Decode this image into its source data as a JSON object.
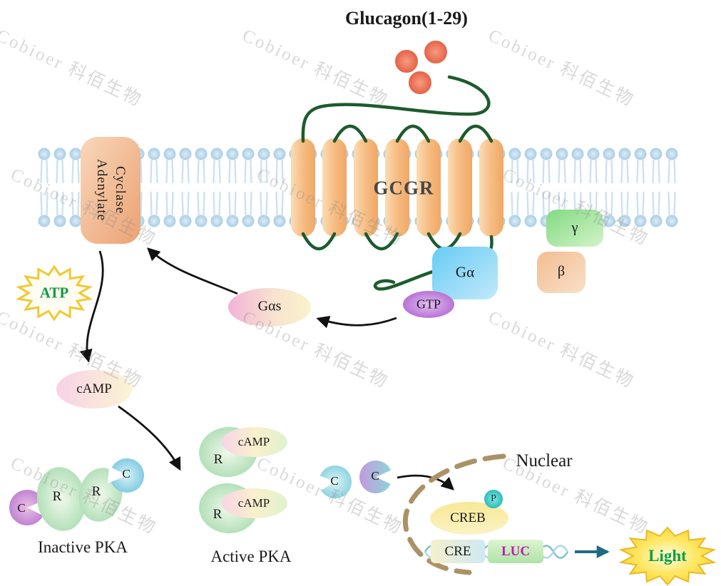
{
  "title": "Glucagon(1-29)",
  "watermark": {
    "text": "Cobioer 科佰生物"
  },
  "receptor": {
    "label": "GCGR"
  },
  "adenylate_cyclase": {
    "line1": "Adenylate",
    "line2": "Cyclase"
  },
  "g_protein": {
    "g_alpha": "Gα",
    "gtp": "GTP",
    "gamma": "γ",
    "beta": "β",
    "g_alpha_s": "Gαs"
  },
  "metabolites": {
    "atp": "ATP",
    "camp": "cAMP"
  },
  "pka": {
    "inactive_label": "Inactive PKA",
    "active_label": "Active PKA",
    "r": "R",
    "c": "C",
    "camp": "cAMP"
  },
  "nucleus": {
    "label": "Nuclear",
    "creb": "CREB",
    "phospho": "P",
    "cre": "CRE",
    "luc": "LUC"
  },
  "output": {
    "light": "Light"
  },
  "colors": {
    "loop_green": "#1d5b2c",
    "atp_text": "#0f9c3f",
    "light_text": "#0aa040",
    "luc_text": "#c21bb5",
    "arrow_black": "#121212",
    "dna_arrow_teal": "#1f6b82",
    "nuclear_dash": "#ab9266",
    "helix_orange": "#f5b877",
    "membrane_blue": "#b9d6ea"
  }
}
